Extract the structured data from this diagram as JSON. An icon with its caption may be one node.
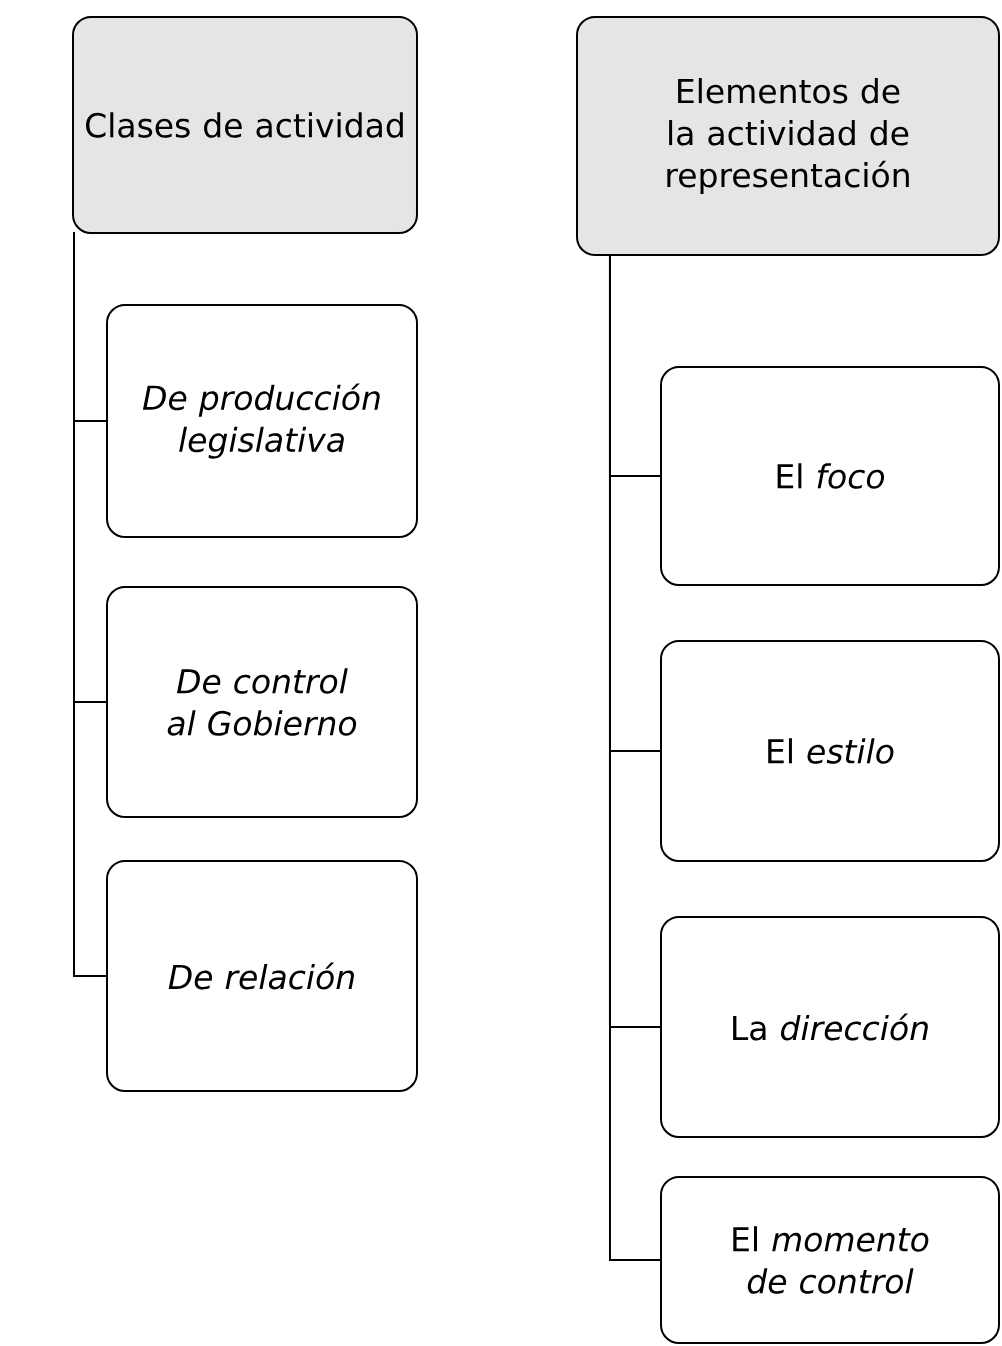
{
  "diagram": {
    "nodes": [
      {
        "text": [
          "Clases de actividad"
        ]
      },
      {
        "text": [
          "De producción legislativa"
        ]
      },
      {
        "text": [
          "De control al Gobierno"
        ]
      },
      {
        "text": [
          "De relación"
        ]
      },
      {
        "text": [
          "Elementos de la actividad de representación"
        ]
      },
      {
        "text": [
          "El *foco*"
        ]
      },
      {
        "text": [
          "El *estilo*"
        ]
      },
      {
        "text": [
          "La *dirección*"
        ]
      },
      {
        "text": [
          "El *momento de control*"
        ]
      }
    ],
    "edges": [
      {
        "from": 0,
        "to": 1,
        "arrow": "none"
      },
      {
        "from": 0,
        "to": 2,
        "arrow": "none"
      },
      {
        "from": 0,
        "to": 3,
        "arrow": "none"
      },
      {
        "from": 4,
        "to": 5,
        "arrow": "none"
      },
      {
        "from": 4,
        "to": 6,
        "arrow": "none"
      },
      {
        "from": 4,
        "to": 7,
        "arrow": "none"
      },
      {
        "from": 4,
        "to": 8,
        "arrow": "none"
      }
    ]
  }
}
